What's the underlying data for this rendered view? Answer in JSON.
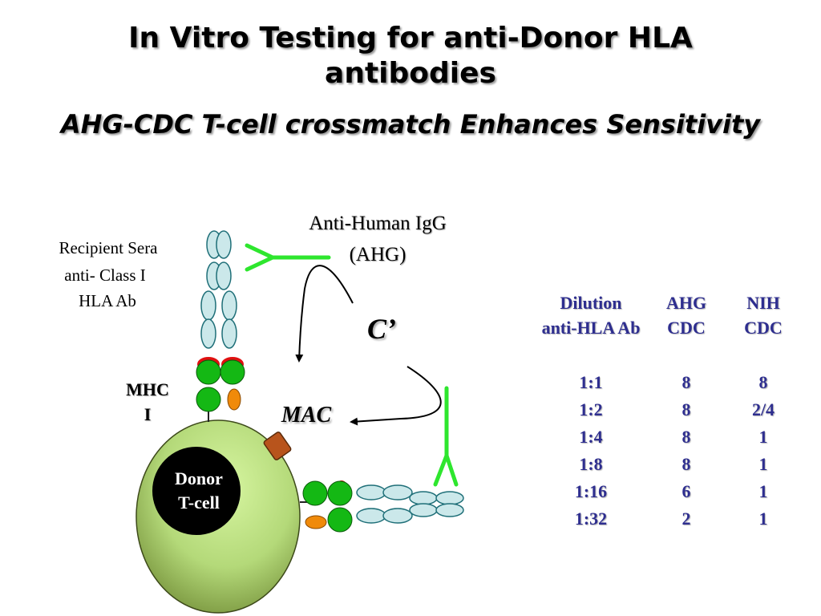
{
  "slide": {
    "title_line1": "In Vitro Testing for anti-Donor HLA",
    "title_line2": "antibodies",
    "subtitle": "AHG-CDC  T-cell crossmatch Enhances Sensitivity"
  },
  "diagram": {
    "recipient_sera_line1": "Recipient Sera",
    "recipient_sera_line2": "anti- Class I",
    "recipient_sera_line3": "HLA Ab",
    "ahg_line1": "Anti-Human IgG",
    "ahg_line2": "(AHG)",
    "complement": "C’",
    "mac": "MAC",
    "mhc_line1": "MHC",
    "mhc_line2": "I",
    "cell_line1": "Donor",
    "cell_line2": "T-cell",
    "colors": {
      "antibody_domain_fill": "#cbe8ea",
      "antibody_domain_stroke": "#1f6f78",
      "mhc_green": "#14b814",
      "red_accent": "#e01010",
      "orange": "#f08a0a",
      "ahg_green": "#2ee62e",
      "cell_light": "#d6f5a0",
      "cell_dark": "#6f8a34",
      "mac_channel": "#b8541c",
      "table_text": "#2e2e8f"
    }
  },
  "table": {
    "headers": [
      {
        "line1": "Dilution",
        "line2": "anti-HLA Ab"
      },
      {
        "line1": "AHG",
        "line2": "CDC"
      },
      {
        "line1": "NIH",
        "line2": "CDC"
      }
    ],
    "rows": [
      {
        "dilution": "1:1",
        "ahg": "8",
        "nih": "8"
      },
      {
        "dilution": "1:2",
        "ahg": "8",
        "nih": "2/4"
      },
      {
        "dilution": "1:4",
        "ahg": "8",
        "nih": "1"
      },
      {
        "dilution": "1:8",
        "ahg": "8",
        "nih": "1"
      },
      {
        "dilution": "1:16",
        "ahg": "6",
        "nih": "1"
      },
      {
        "dilution": "1:32",
        "ahg": "2",
        "nih": "1"
      }
    ]
  }
}
